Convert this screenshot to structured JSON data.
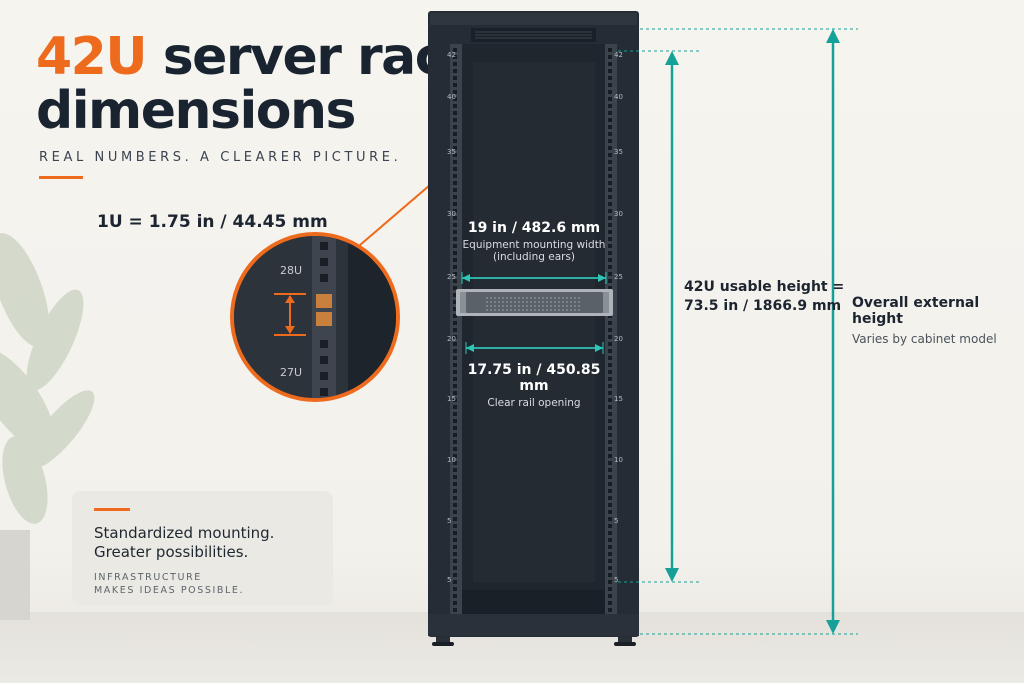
{
  "title": {
    "accent": "42U",
    "rest_line1": " server rack",
    "line2": "dimensions"
  },
  "subtitle": "REAL NUMBERS. A CLEARER PICTURE.",
  "unit_callout": "1U = 1.75 in / 44.45 mm",
  "zoom": {
    "upper_label": "28U",
    "lower_label": "27U"
  },
  "rail_numbers": [
    "42",
    "40",
    "35",
    "30",
    "25",
    "20",
    "15",
    "10",
    "5",
    "5"
  ],
  "width_dimension": {
    "value": "19 in / 482.6 mm",
    "line1": "Equipment mounting width",
    "line2": "(including ears)"
  },
  "rail_dimension": {
    "value": "17.75 in / 450.85 mm",
    "caption": "Clear rail opening"
  },
  "usable_height": {
    "line1": "42U usable height  =",
    "line2": "73.5 in / 1866.9 mm"
  },
  "overall_height": {
    "title": "Overall external height",
    "caption": "Varies by cabinet model"
  },
  "card": {
    "line1": "Standardized mounting.",
    "line2": "Greater possibilities.",
    "small1": "INFRASTRUCTURE",
    "small2": "MAKES IDEAS POSSIBLE."
  },
  "colors": {
    "accent": "#ee6a1c",
    "teal": "#15a197",
    "rack": "#252c35"
  }
}
